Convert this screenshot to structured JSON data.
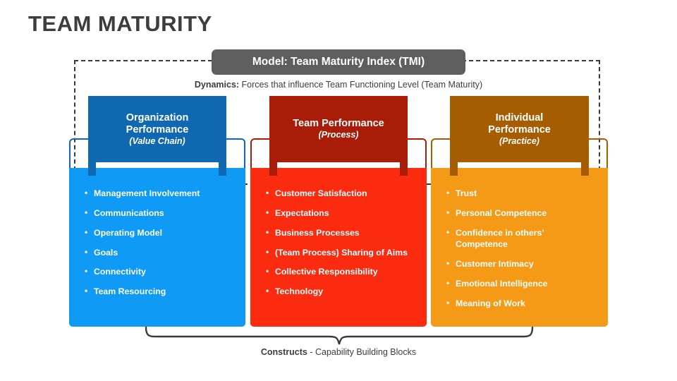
{
  "page_title": "TEAM MATURITY",
  "model": {
    "pill_label": "Model: Team Maturity Index (TMI)",
    "dynamics_label": "Dynamics:",
    "dynamics_text": " Forces that influence Team Functioning Level (Team Maturity)"
  },
  "footer": {
    "constructs_label": "Constructs",
    "constructs_text": " - Capability Building Blocks"
  },
  "colors": {
    "title": "#3d3d3d",
    "pill_bg": "#5e5e5e",
    "dashed_border": "#3a3a3a",
    "blue_dark": "#1068b0",
    "blue_light": "#0f9bf5",
    "red_dark": "#a81c08",
    "red_light": "#fb2b10",
    "orange_dark": "#a65d02",
    "orange_light": "#f59a16"
  },
  "columns": [
    {
      "id": "organization",
      "title_line1": "Organization",
      "title_line2": "Performance",
      "subtitle": "(Value Chain)",
      "items": [
        "Management Involvement",
        "Communications",
        "Operating Model",
        "Goals",
        "Connectivity",
        "Team Resourcing"
      ]
    },
    {
      "id": "team",
      "title_line1": "Team Performance",
      "title_line2": "",
      "subtitle": "(Process)",
      "items": [
        "Customer Satisfaction",
        "Expectations",
        "Business Processes",
        "(Team Process) Sharing of Aims",
        "Collective Responsibility",
        "Technology"
      ]
    },
    {
      "id": "individual",
      "title_line1": "Individual",
      "title_line2": "Performance",
      "subtitle": "(Practice)",
      "items": [
        "Trust",
        "Personal Competence",
        "Confidence in others’ Competence",
        "Customer Intimacy",
        "Emotional Intelligence",
        "Meaning of Work"
      ]
    }
  ]
}
